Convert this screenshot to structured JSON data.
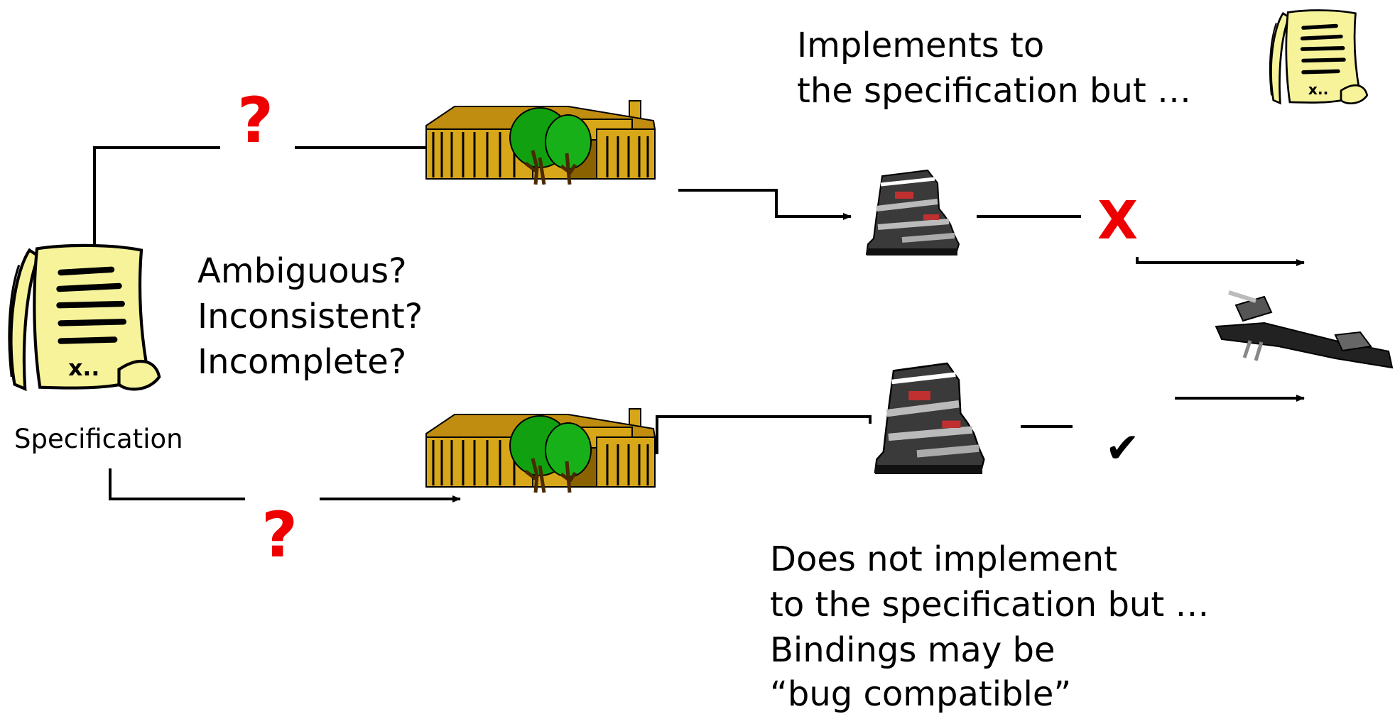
{
  "specification": {
    "label": "Specification",
    "questions": [
      "Ambiguous?",
      "Inconsistent?",
      "Incomplete?"
    ]
  },
  "upper_path": {
    "question_mark": "?",
    "note": [
      "Implements to",
      "the specification but …"
    ],
    "outcome_mark": "X"
  },
  "lower_path": {
    "question_mark": "?",
    "note": [
      "Does not implement",
      "to the specification but …",
      "Bindings may be",
      "“bug compatible”"
    ],
    "outcome_mark": "✔"
  },
  "colors": {
    "question_mark": "#ee0000",
    "x_mark": "#ee0000",
    "check_mark": "#000000",
    "paper": "#f7f39a",
    "factory": "#d7a619",
    "factory_dark": "#8a6300",
    "tree": "#10a010",
    "boot": "#3a3a3a"
  },
  "icons": {
    "spec_document": "scroll-document-icon",
    "small_document": "scroll-document-icon",
    "factory": "factory-building-icon",
    "boot": "ski-boot-icon",
    "binding": "ski-binding-icon"
  }
}
